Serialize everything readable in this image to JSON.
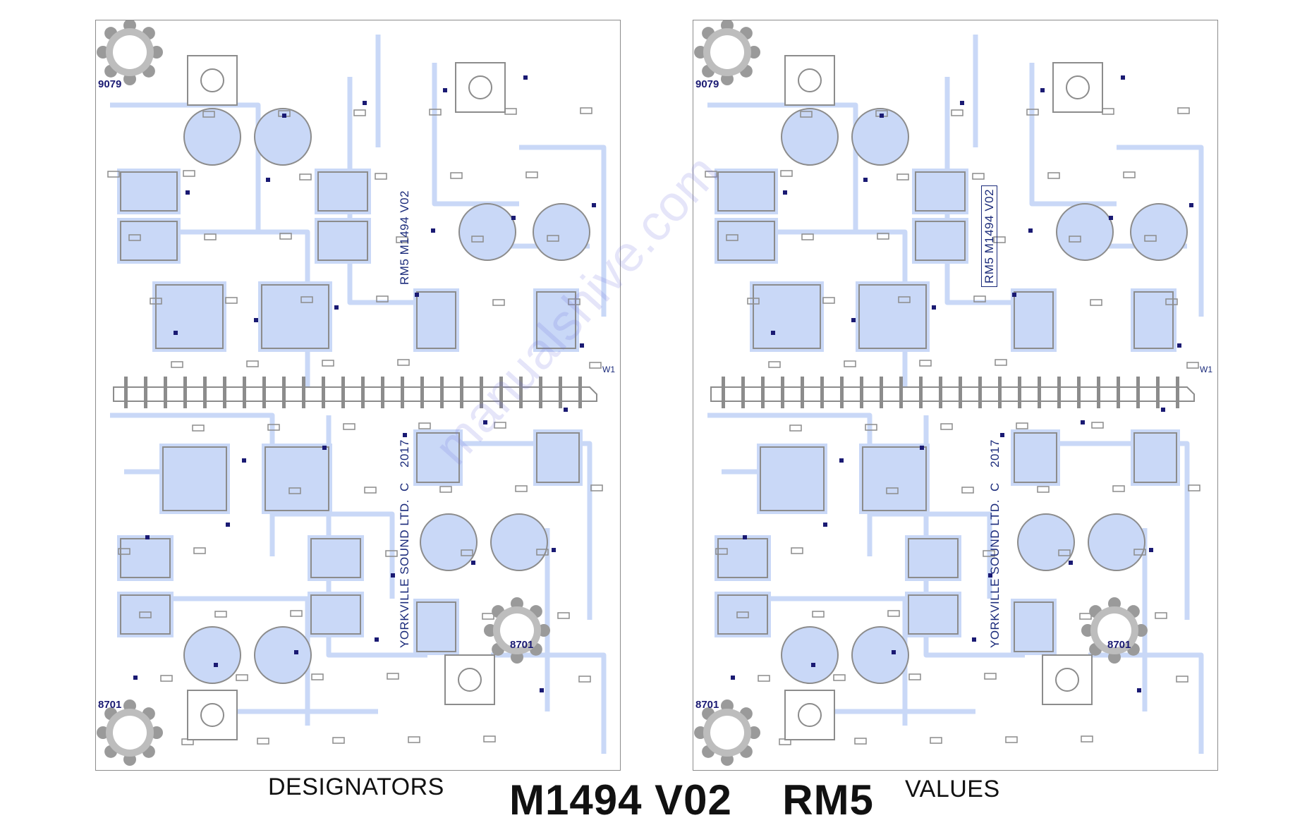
{
  "title": {
    "model": "M1494",
    "version": "V02",
    "board": "RM5"
  },
  "panels": [
    {
      "caption": "DESIGNATORS",
      "hole_labels": {
        "top_left": "9079",
        "bottom_left": "8701",
        "lower_right": "8701"
      },
      "board_marking": "RM5 M1494 V02",
      "maker_marking": "YORKVILLE SOUND LTD.",
      "copyright": "C",
      "year": "2017",
      "jumper": "W1"
    },
    {
      "caption": "VALUES",
      "hole_labels": {
        "top_left": "9079",
        "bottom_left": "8701",
        "lower_right": "8701"
      },
      "board_marking": "RM5 M1494 V02",
      "maker_marking": "YORKVILLE SOUND LTD.",
      "copyright": "C",
      "year": "2017",
      "jumper": "W1"
    }
  ],
  "watermark": "manualshive.com",
  "colors": {
    "copper": "#c9d8f7",
    "pad": "#8c8c8c",
    "via": "#1a1a73",
    "text": "#1a2a7a"
  }
}
